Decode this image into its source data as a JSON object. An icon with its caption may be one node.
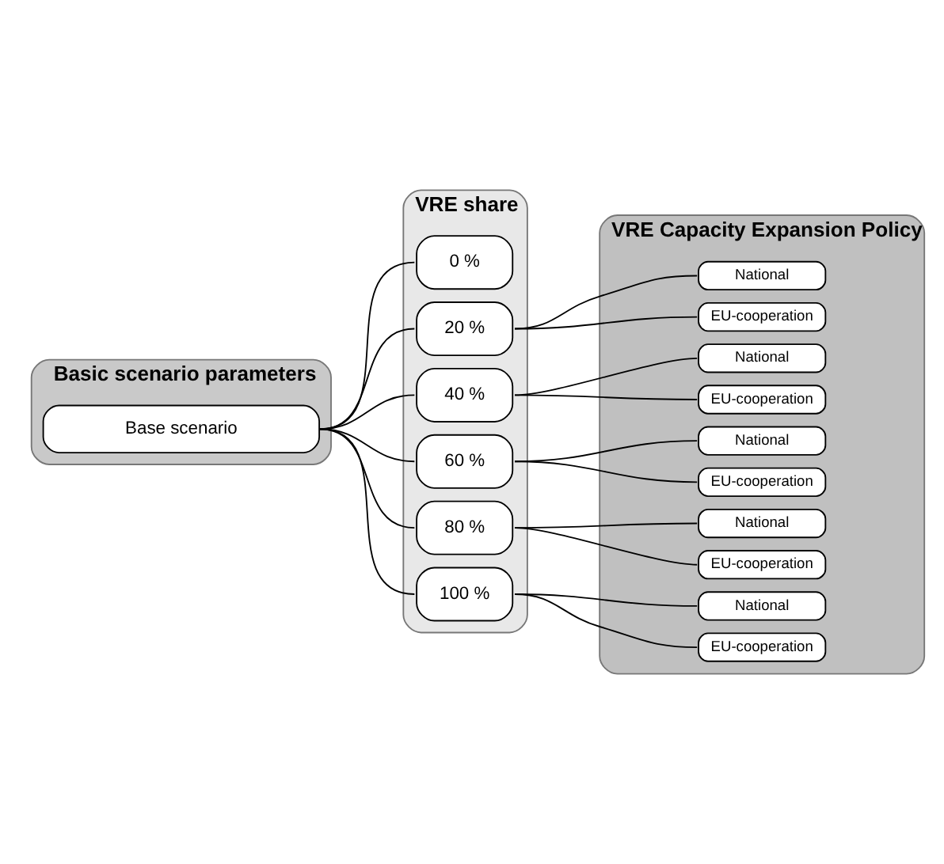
{
  "diagram": {
    "nodes": [
      {
        "text": [
          "Basic scenario parameters"
        ]
      },
      {
        "text": [
          "VRE share"
        ]
      },
      {
        "text": [
          "VRE Capacity Expansion Policy"
        ]
      },
      {
        "text": [
          "Base scenario"
        ],
        "in": 0
      },
      {
        "text": [
          "0 %"
        ],
        "in": 1
      },
      {
        "text": [
          "20 %"
        ],
        "in": 1
      },
      {
        "text": [
          "40 %"
        ],
        "in": 1
      },
      {
        "text": [
          "60 %"
        ],
        "in": 1
      },
      {
        "text": [
          "80 %"
        ],
        "in": 1
      },
      {
        "text": [
          "100 %"
        ],
        "in": 1
      },
      {
        "text": [
          "National"
        ],
        "in": 2
      },
      {
        "text": [
          "EU-cooperation"
        ],
        "in": 2
      },
      {
        "text": [
          "National"
        ],
        "in": 2
      },
      {
        "text": [
          "EU-cooperation"
        ],
        "in": 2
      },
      {
        "text": [
          "National"
        ],
        "in": 2
      },
      {
        "text": [
          "EU-cooperation"
        ],
        "in": 2
      },
      {
        "text": [
          "National"
        ],
        "in": 2
      },
      {
        "text": [
          "EU-cooperation"
        ],
        "in": 2
      },
      {
        "text": [
          "National"
        ],
        "in": 2
      },
      {
        "text": [
          "EU-cooperation"
        ],
        "in": 2
      }
    ],
    "edges": [
      {
        "from": 3,
        "to": 4,
        "arrow": "none"
      },
      {
        "from": 3,
        "to": 5,
        "arrow": "none"
      },
      {
        "from": 3,
        "to": 6,
        "arrow": "none"
      },
      {
        "from": 3,
        "to": 7,
        "arrow": "none"
      },
      {
        "from": 3,
        "to": 8,
        "arrow": "none"
      },
      {
        "from": 3,
        "to": 9,
        "arrow": "none"
      },
      {
        "from": 5,
        "to": 10,
        "arrow": "none"
      },
      {
        "from": 5,
        "to": 11,
        "arrow": "none"
      },
      {
        "from": 6,
        "to": 12,
        "arrow": "none"
      },
      {
        "from": 6,
        "to": 13,
        "arrow": "none"
      },
      {
        "from": 7,
        "to": 14,
        "arrow": "none"
      },
      {
        "from": 7,
        "to": 15,
        "arrow": "none"
      },
      {
        "from": 8,
        "to": 16,
        "arrow": "none"
      },
      {
        "from": 8,
        "to": 17,
        "arrow": "none"
      },
      {
        "from": 9,
        "to": 18,
        "arrow": "none"
      },
      {
        "from": 9,
        "to": 19,
        "arrow": "none"
      }
    ]
  }
}
